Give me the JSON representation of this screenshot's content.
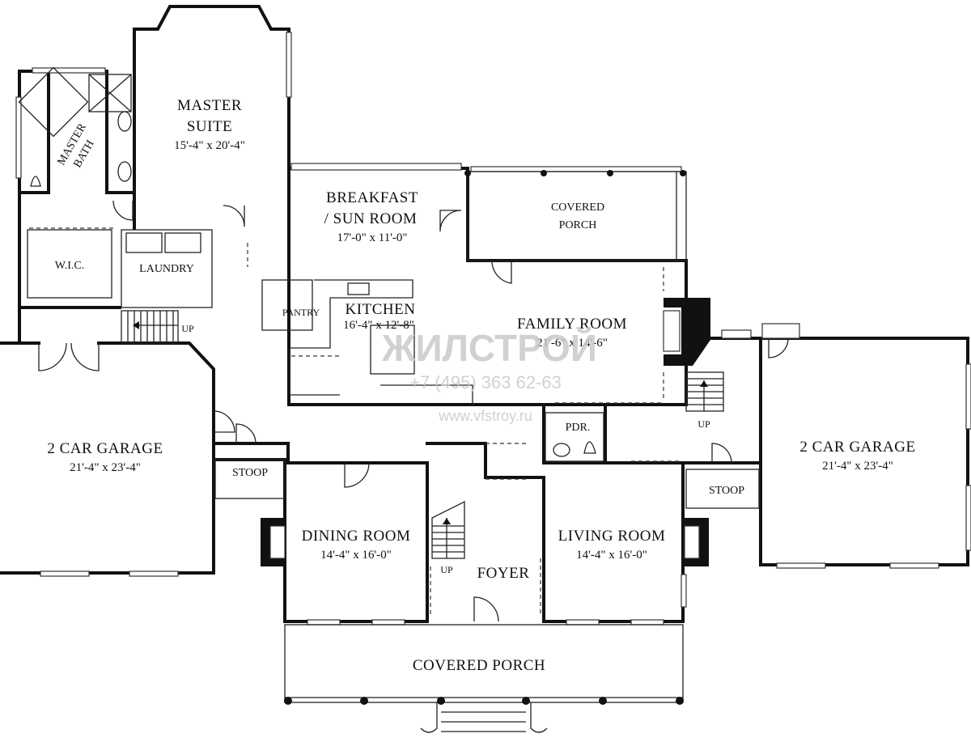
{
  "rooms": {
    "master_suite": {
      "name_line1": "MASTER",
      "name_line2": "SUITE",
      "size": "15'-4\" x 20'-4\""
    },
    "master_bath": {
      "name_line1": "MASTER",
      "name_line2": "BATH"
    },
    "wic": {
      "name": "W.I.C."
    },
    "laundry": {
      "name": "LAUNDRY"
    },
    "breakfast": {
      "name_line1": "BREAKFAST",
      "name_line2": "/ SUN ROOM",
      "size": "17'-0\" x 11'-0\""
    },
    "covered_porch_rear": {
      "name_line1": "COVERED",
      "name_line2": "PORCH"
    },
    "pantry": {
      "name": "PANTRY"
    },
    "kitchen": {
      "name": "KITCHEN",
      "size": "16'-4\" x 12'-8\""
    },
    "family_room": {
      "name": "FAMILY ROOM",
      "size": "21'-6\" x 14'-6\""
    },
    "garage_left": {
      "name": "2 CAR GARAGE",
      "size": "21'-4\" x 23'-4\""
    },
    "garage_right": {
      "name": "2 CAR GARAGE",
      "size": "21'-4\" x 23'-4\""
    },
    "stoop_left": {
      "name": "STOOP"
    },
    "stoop_right": {
      "name": "STOOP"
    },
    "pdr": {
      "name": "PDR."
    },
    "dining_room": {
      "name": "DINING ROOM",
      "size": "14'-4\" x 16'-0\""
    },
    "living_room": {
      "name": "LIVING ROOM",
      "size": "14'-4\" x 16'-0\""
    },
    "foyer": {
      "name": "FOYER"
    },
    "covered_porch_front": {
      "name": "COVERED PORCH"
    }
  },
  "stairs": {
    "up_laundry": "UP",
    "up_foyer": "UP",
    "up_right": "UP"
  },
  "watermark": {
    "brand": "ЖИЛСТРОЙ",
    "phone": "+7 (495) 363 62-63",
    "site": "www.vfstroy.ru"
  }
}
